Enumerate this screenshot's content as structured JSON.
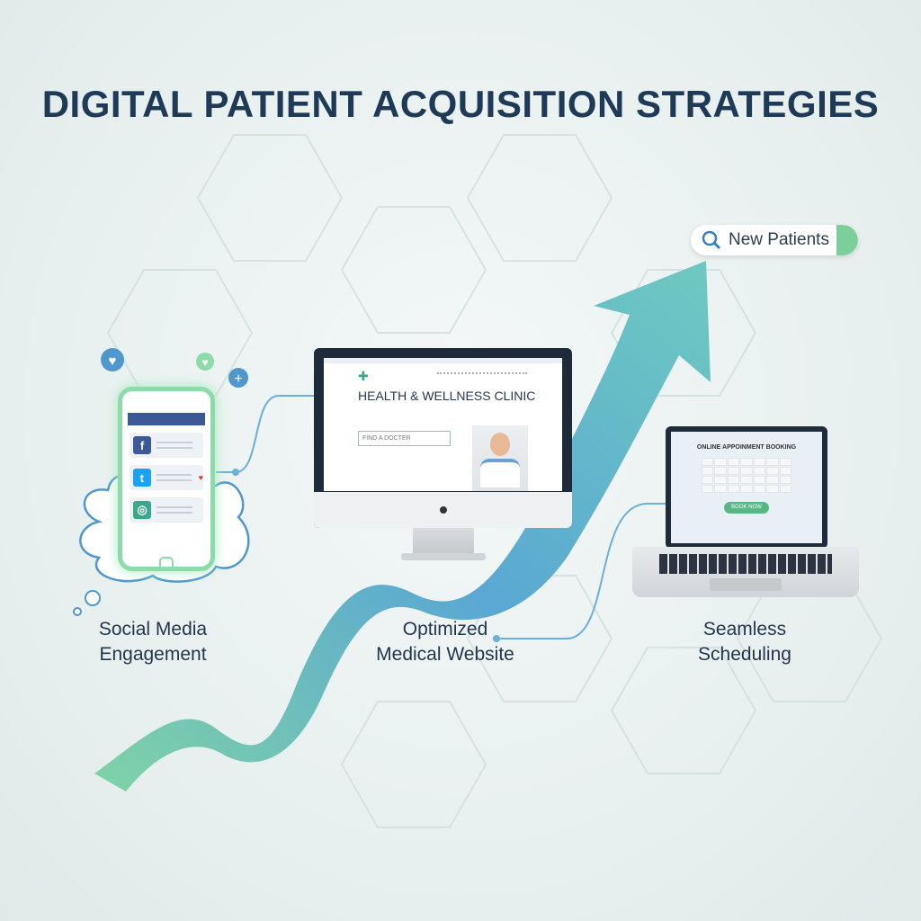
{
  "title": "DIGITAL PATIENT ACQUISITION STRATEGIES",
  "search": {
    "text": "New Patients",
    "icon": "search-icon"
  },
  "website": {
    "heading": "HEALTH & WELLNESS CLINIC",
    "search_placeholder": "FIND A DOCTER",
    "logo": "medical-cross-logo"
  },
  "booking": {
    "heading": "ONLINE APPOINMENT BOOKING",
    "button": "BOOK NOW"
  },
  "labels": {
    "social": [
      "Social Media",
      "Engagement"
    ],
    "website": [
      "Optimized",
      "Medical Website"
    ],
    "scheduling": [
      "Seamless",
      "Scheduling"
    ]
  },
  "social_icons": [
    "facebook-icon",
    "twitter-icon",
    "instagram-icon",
    "heart-icon",
    "plus-icon"
  ],
  "colors": {
    "title": "#1f3a57",
    "arrow_green": "#7fd3a6",
    "arrow_blue": "#4d93c9",
    "accent": "#58b785"
  }
}
